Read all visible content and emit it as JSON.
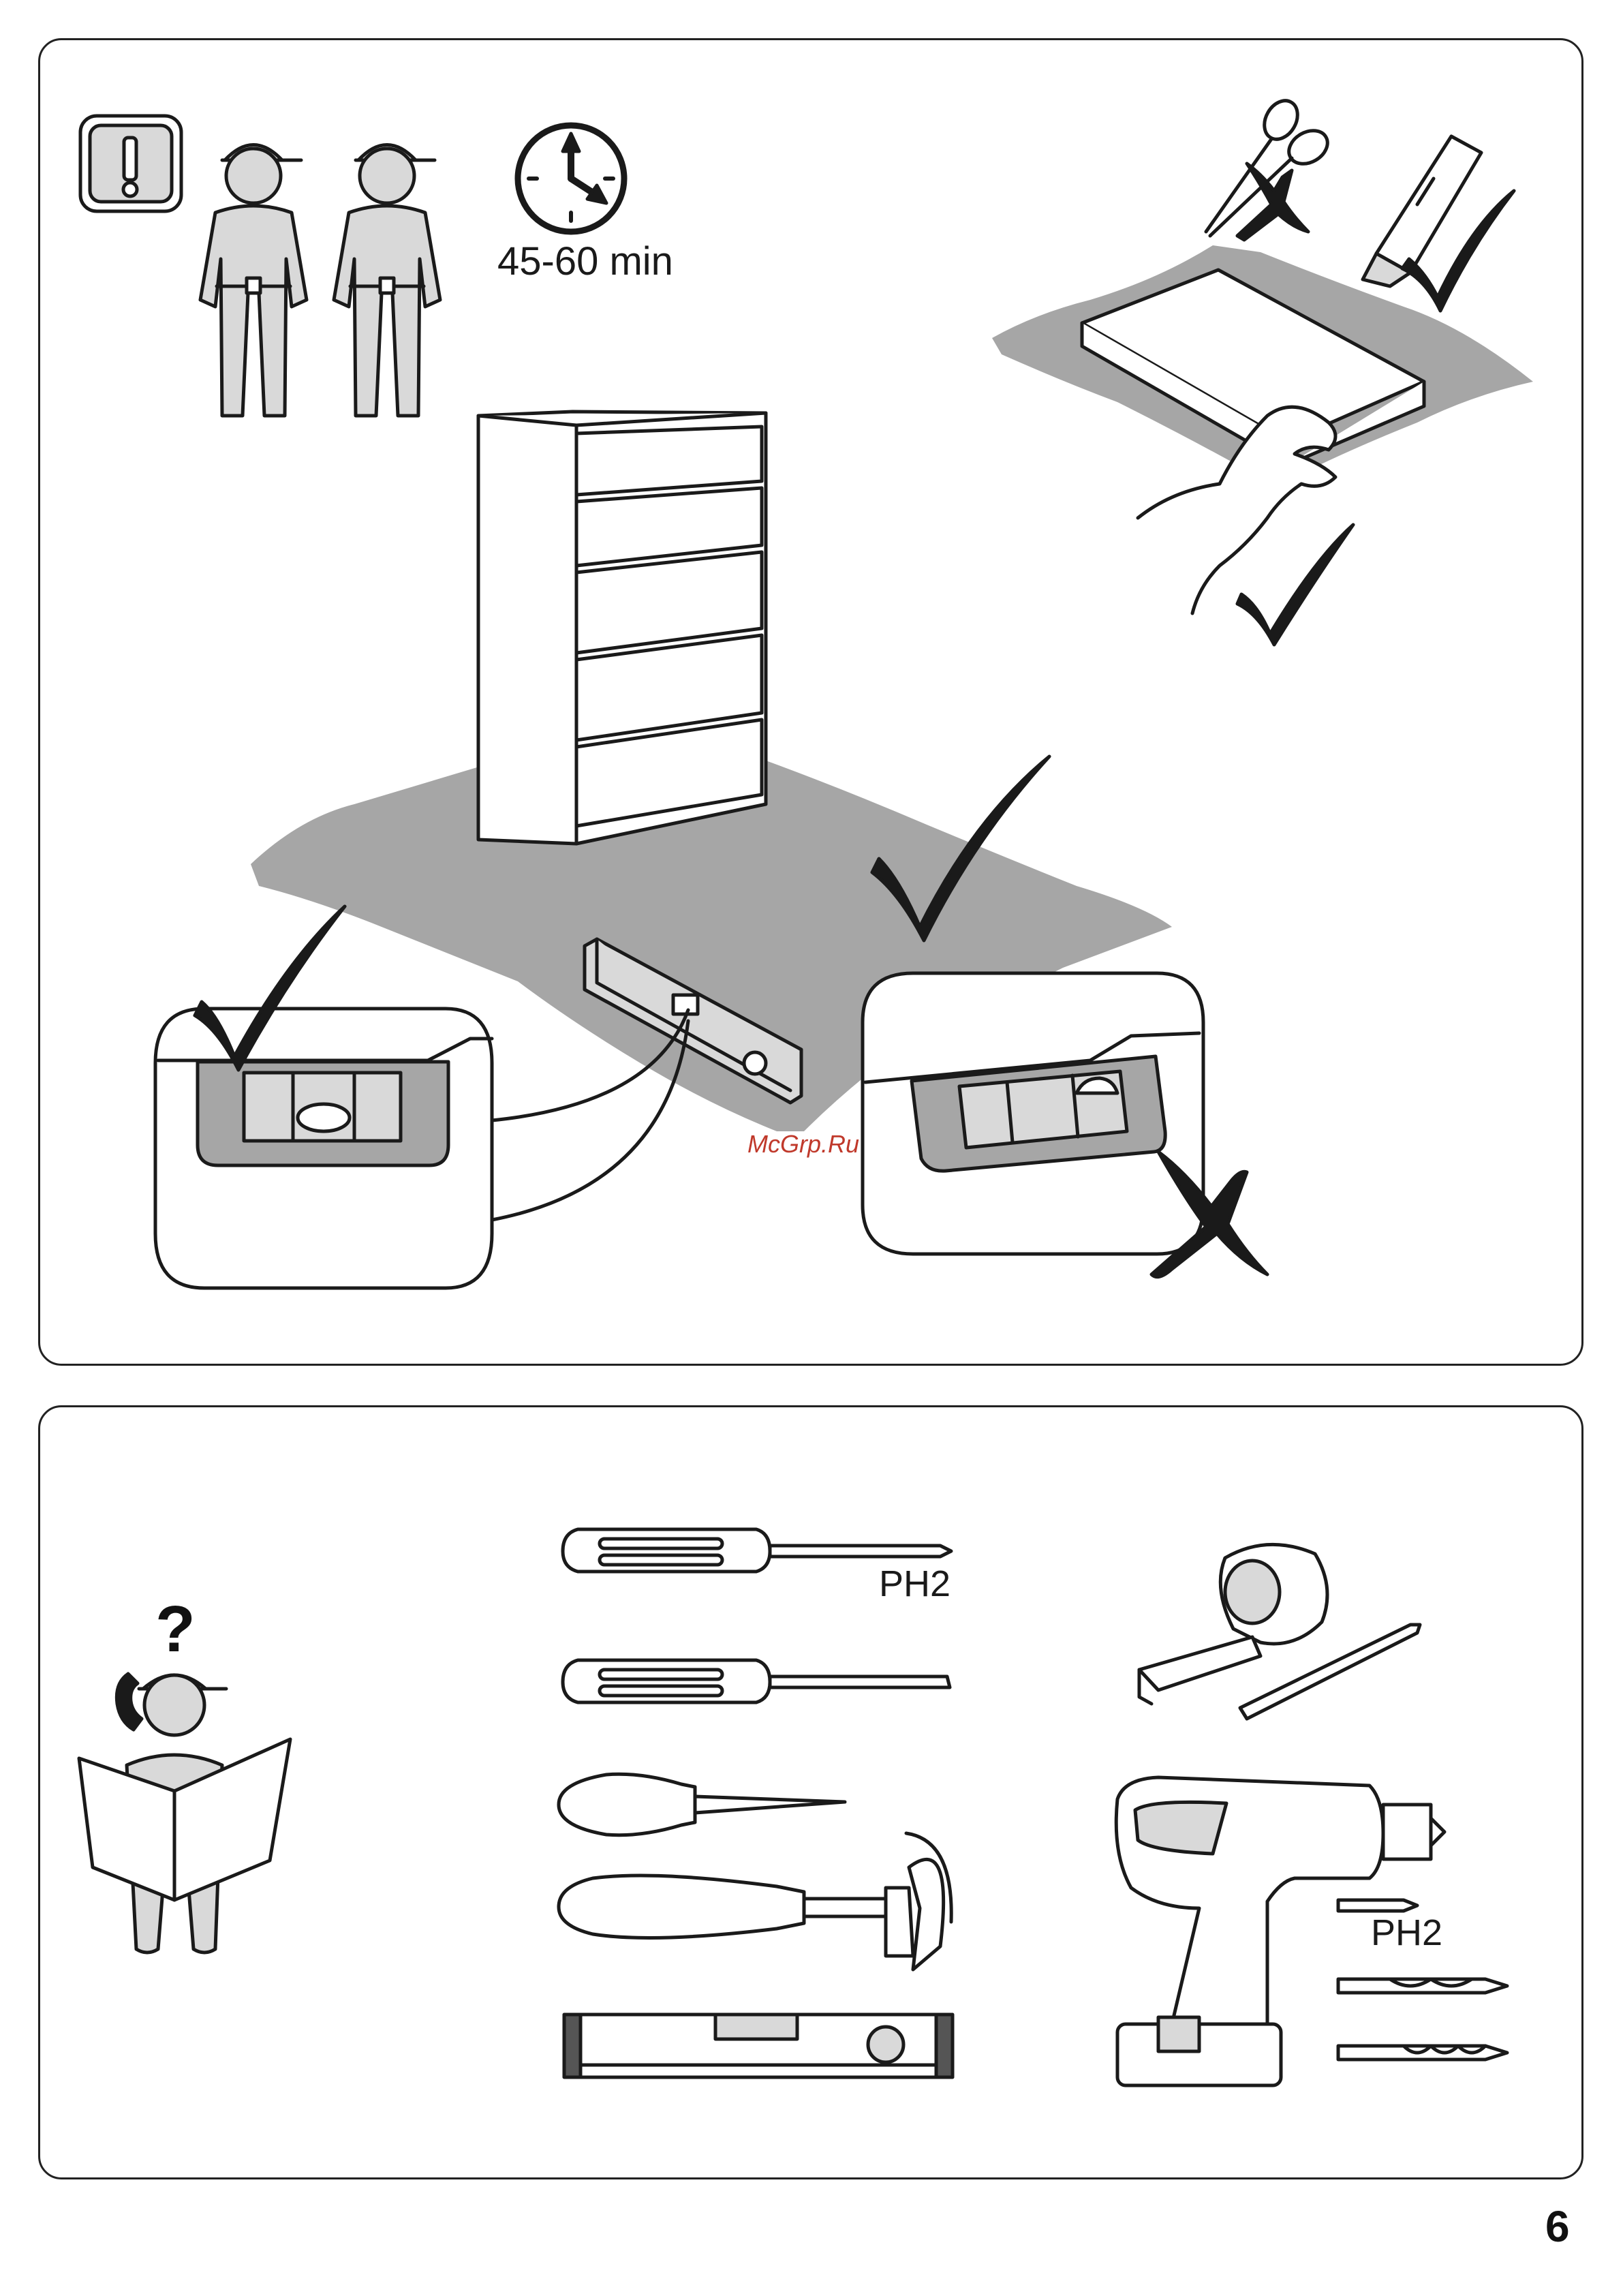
{
  "assembly": {
    "duration": "45-60 min",
    "watermark": "McGrp.Ru",
    "page_number": "6"
  },
  "tools": {
    "phillips_label": "PH2",
    "drill_bit_label": "PH2",
    "question_mark": "?"
  },
  "colors": {
    "line": "#1a1a1a",
    "mat": "#a6a6a6",
    "light_gray": "#d9d9d9",
    "watermark": "#c0392b"
  },
  "icons": [
    "warning-icon",
    "worker-icon",
    "clock-icon",
    "scissors-icon",
    "utility-knife-icon",
    "check-icon",
    "cross-icon",
    "phone-icon"
  ]
}
